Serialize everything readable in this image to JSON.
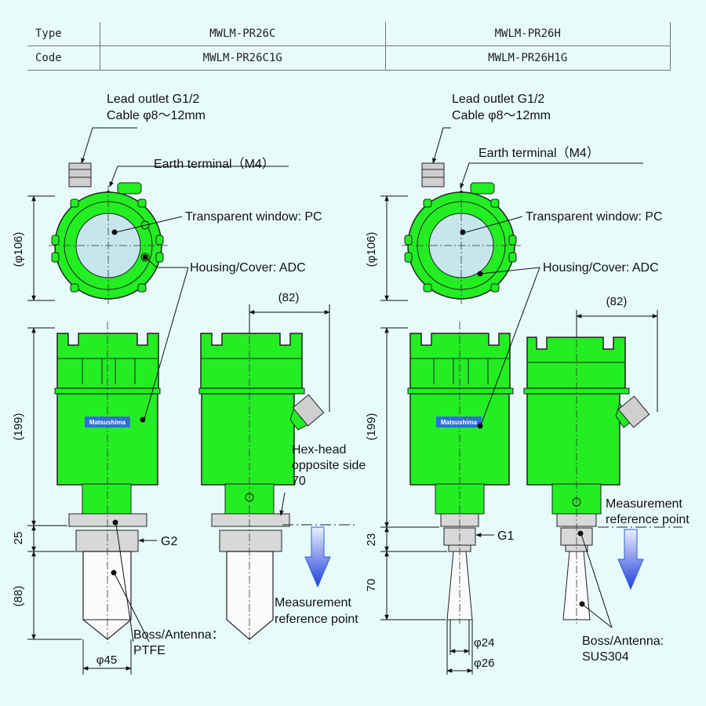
{
  "table": {
    "headers": [
      "Type",
      "Code"
    ],
    "type_values": [
      "MWLM-PR26C",
      "MWLM-PR26H"
    ],
    "code_values": [
      "MWLM-PR26C1G",
      "MWLM-PR26H1G"
    ]
  },
  "left": {
    "lead_outlet": "Lead outlet G1/2",
    "cable": "Cable φ8～12mm",
    "earth": "Earth terminal（M4）",
    "window": "Transparent window: PC",
    "housing": "Housing/Cover: ADC",
    "dim_dia": "(φ106)",
    "dim_82": "(82)",
    "dim_199": "(199)",
    "dim_25": "25",
    "dim_88": "(88)",
    "thread": "G2",
    "hex1": "Hex-head",
    "hex2": "opposite side",
    "hex3": "70",
    "meas1": "Measurement",
    "meas2": "reference point",
    "boss1": "Boss/Antenna：",
    "boss2": "PTFE",
    "dim_phi45": "φ45",
    "logo": "Matsushima"
  },
  "right": {
    "lead_outlet": "Lead outlet G1/2",
    "cable": "Cable φ8～12mm",
    "earth": "Earth terminal（M4）",
    "window": "Transparent window: PC",
    "housing": "Housing/Cover: ADC",
    "dim_dia": "(φ106)",
    "dim_82": "(82)",
    "dim_199": "(199)",
    "dim_23": "23",
    "dim_70": "70",
    "thread": "G1",
    "meas1": "Measurement",
    "meas2": "reference point",
    "boss1": "Boss/Antenna:",
    "boss2": "SUS304",
    "dim_phi24": "φ24",
    "dim_phi26": "φ26",
    "logo": "Matsushima"
  },
  "colors": {
    "housing": "#22ee22",
    "window": "#c6e6ee",
    "arrow": "#2f5fe0",
    "background": "#e8fbfb"
  }
}
